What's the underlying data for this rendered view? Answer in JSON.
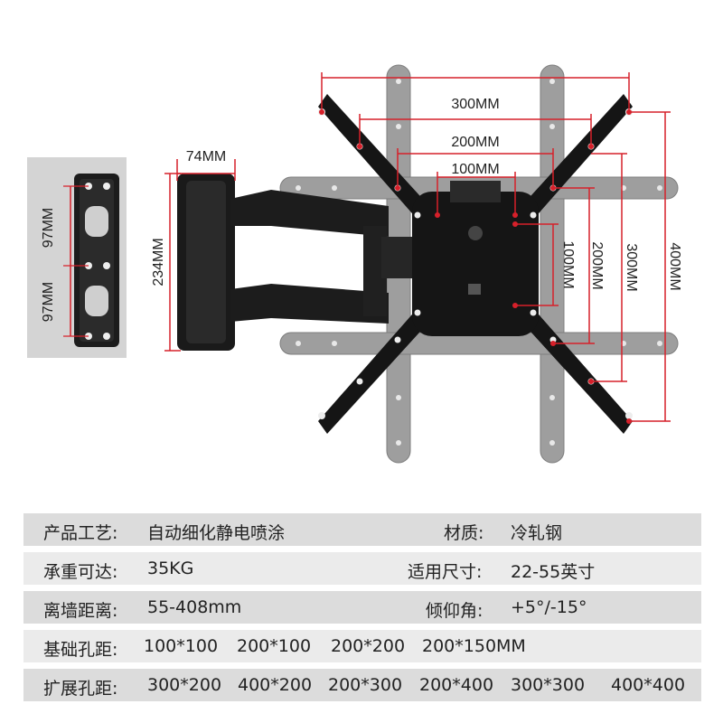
{
  "dimensions": {
    "top_300": "300MM",
    "top_200": "200MM",
    "top_100": "100MM",
    "wall_width": "74MM",
    "wall_height": "234MM",
    "side_97_a": "97MM",
    "side_97_b": "97MM",
    "v_100": "100MM",
    "v_200": "200MM",
    "v_300": "300MM",
    "v_400": "400MM"
  },
  "colors": {
    "dimension_line": "#d6202a",
    "bracket": "#1a1a1a",
    "ghost_arm": "#9e9e9e",
    "inset_bg": "#d4d4d4",
    "row_shade": "#dcdcdc",
    "row_light": "#ebebeb"
  },
  "specs": {
    "row1": {
      "label_a": "产品工艺:",
      "value_a": "自动细化静电喷涂",
      "label_b": "材质:",
      "value_b": "冷轧钢"
    },
    "row2": {
      "label_a": "承重可达:",
      "value_a": "35KG",
      "label_b": "适用尺寸:",
      "value_b": "22-55英寸"
    },
    "row3": {
      "label_a": "离墙距离:",
      "value_a": "55-408mm",
      "label_b": "倾仰角:",
      "value_b": "+5°/-15°"
    },
    "row4": {
      "label": "基础孔距:",
      "values": [
        "100*100",
        "200*100",
        "200*200",
        "200*150MM"
      ]
    },
    "row5": {
      "label": "扩展孔距:",
      "values": [
        "300*200",
        "400*200",
        "200*300",
        "200*400",
        "300*300",
        "400*400"
      ]
    }
  }
}
